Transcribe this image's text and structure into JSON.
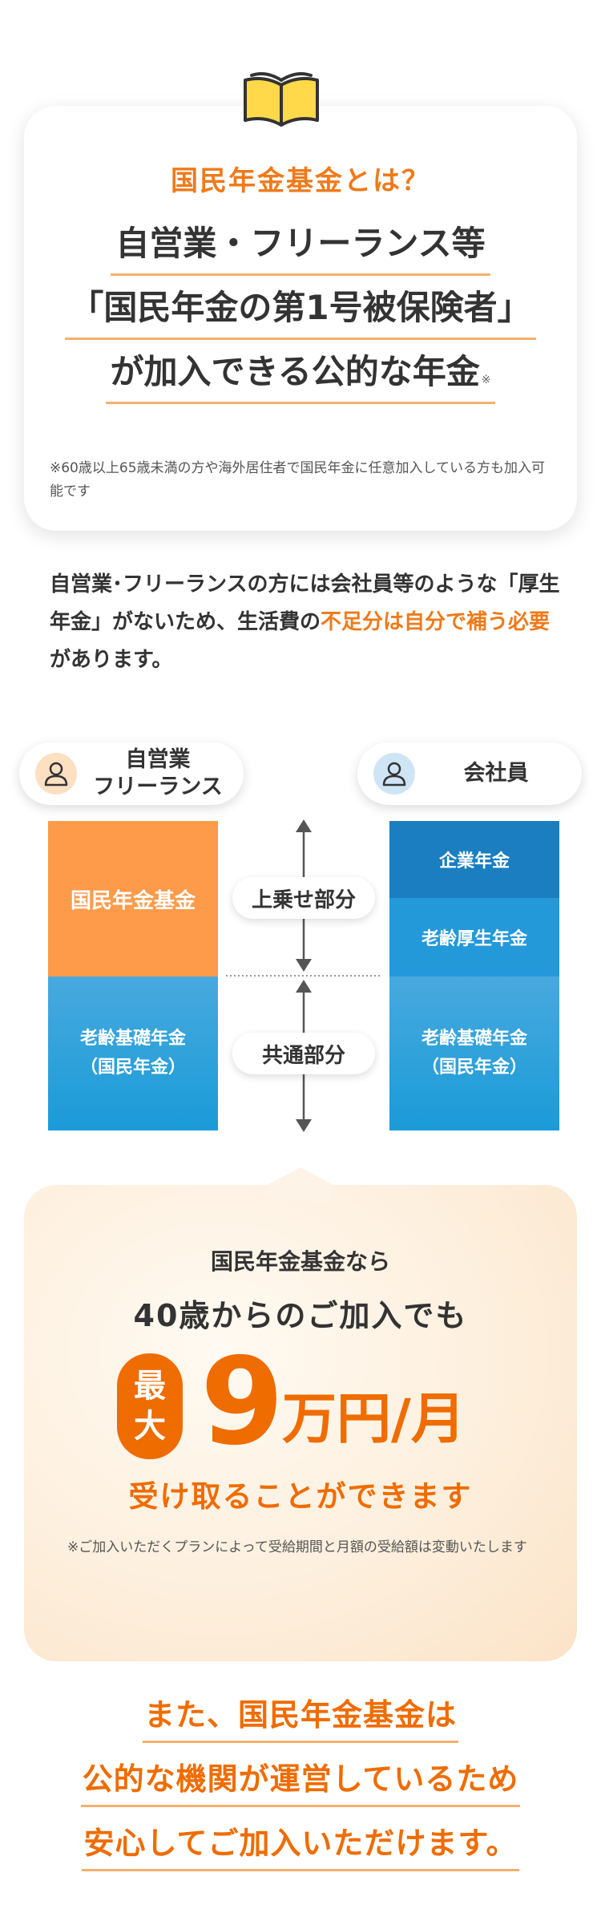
{
  "intro": {
    "heading": "国民年金基金とは？",
    "line1": "自営業・フリーランス等",
    "line2": "「国民年金の第1号被保険者」",
    "line3": "が加入できる公的な年金",
    "line3_mark": "※",
    "footnote": "※60歳以上65歳未満の方や海外居住者で国民年金に任意加入している方も加入可能です"
  },
  "explanation": {
    "part1": "自営業･フリーランスの方には会社員等のような「厚生年金」がないため、生活費の",
    "highlight": "不足分は自分で補う必要",
    "part2": "があります。"
  },
  "diagram": {
    "left_label_line1": "自営業",
    "left_label_line2": "フリーランス",
    "right_label": "会社員",
    "left_top": "国民年金基金",
    "left_bottom_line1": "老齢基礎年金",
    "left_bottom_line2": "（国民年金）",
    "right_top1": "企業年金",
    "right_top2": "老齢厚生年金",
    "right_bottom_line1": "老齢基礎年金",
    "right_bottom_line2": "（国民年金）",
    "mid_upper": "上乗せ部分",
    "mid_lower": "共通部分",
    "colors": {
      "orange_block": "#fd9b4a",
      "dark_blue": "#1a7ec0",
      "mid_blue": "#2399da",
      "light_blue_top": "#48a9de",
      "light_blue_bottom": "#1a9bd8"
    }
  },
  "benefit": {
    "line1": "国民年金基金なら",
    "line2": "40歳からのご加入でも",
    "badge1": "最",
    "badge2": "大",
    "amount": "9",
    "unit": "万円/月",
    "line4": "受け取ることができます",
    "note": "※ご加入いただくプランによって受給期間と月額の受給額は変動いたします"
  },
  "closing": {
    "line1": "また、国民年金基金は",
    "line2": "公的な機関が運営しているため",
    "line3": "安心してご加入いただけます。"
  }
}
